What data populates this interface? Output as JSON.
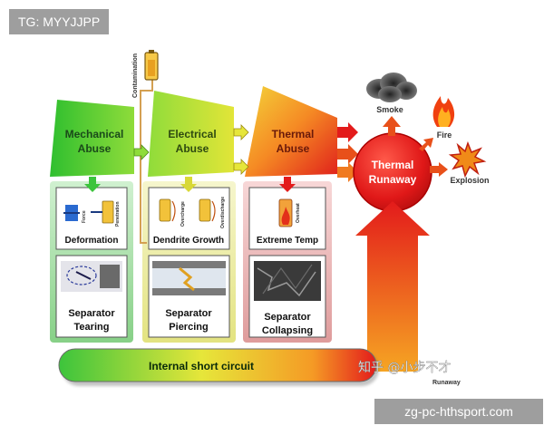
{
  "watermark_top": "TG: MYYJJPP",
  "watermark_bottom": "zg-pc-hthsport.com",
  "overlay_watermark": "知乎 @小步不才",
  "contamination": "Contamination",
  "abuse": {
    "mechanical": [
      "Mechanical",
      "Abuse"
    ],
    "electrical": [
      "Electrical",
      "Abuse"
    ],
    "thermal": [
      "Thermal",
      "Abuse"
    ]
  },
  "panels": {
    "deformation": "Deformation",
    "dendrite": "Dendrite Growth",
    "extreme_temp": "Extreme Temp",
    "separator_tearing": [
      "Separator",
      "Tearing"
    ],
    "separator_piercing": [
      "Separator",
      "Piercing"
    ],
    "separator_collapsing": [
      "Separator",
      "Collapsing"
    ]
  },
  "mini_labels": {
    "force": "Force",
    "penetration": "Penetration",
    "overcharge": "Overcharge",
    "overdischarge": "Overdischarge",
    "overheat": "Overheat"
  },
  "runaway": [
    "Thermal",
    "Runaway"
  ],
  "outcomes": {
    "smoke": "Smoke",
    "fire": "Fire",
    "explosion": "Explosion"
  },
  "short_circuit": "Internal short circuit",
  "runaway_small": "Runaway",
  "colors": {
    "green": "#3cc43c",
    "yellow": "#e6e63a",
    "orange": "#f59a25",
    "red": "#e31b1b",
    "tag_gray": "#9e9e9e"
  }
}
